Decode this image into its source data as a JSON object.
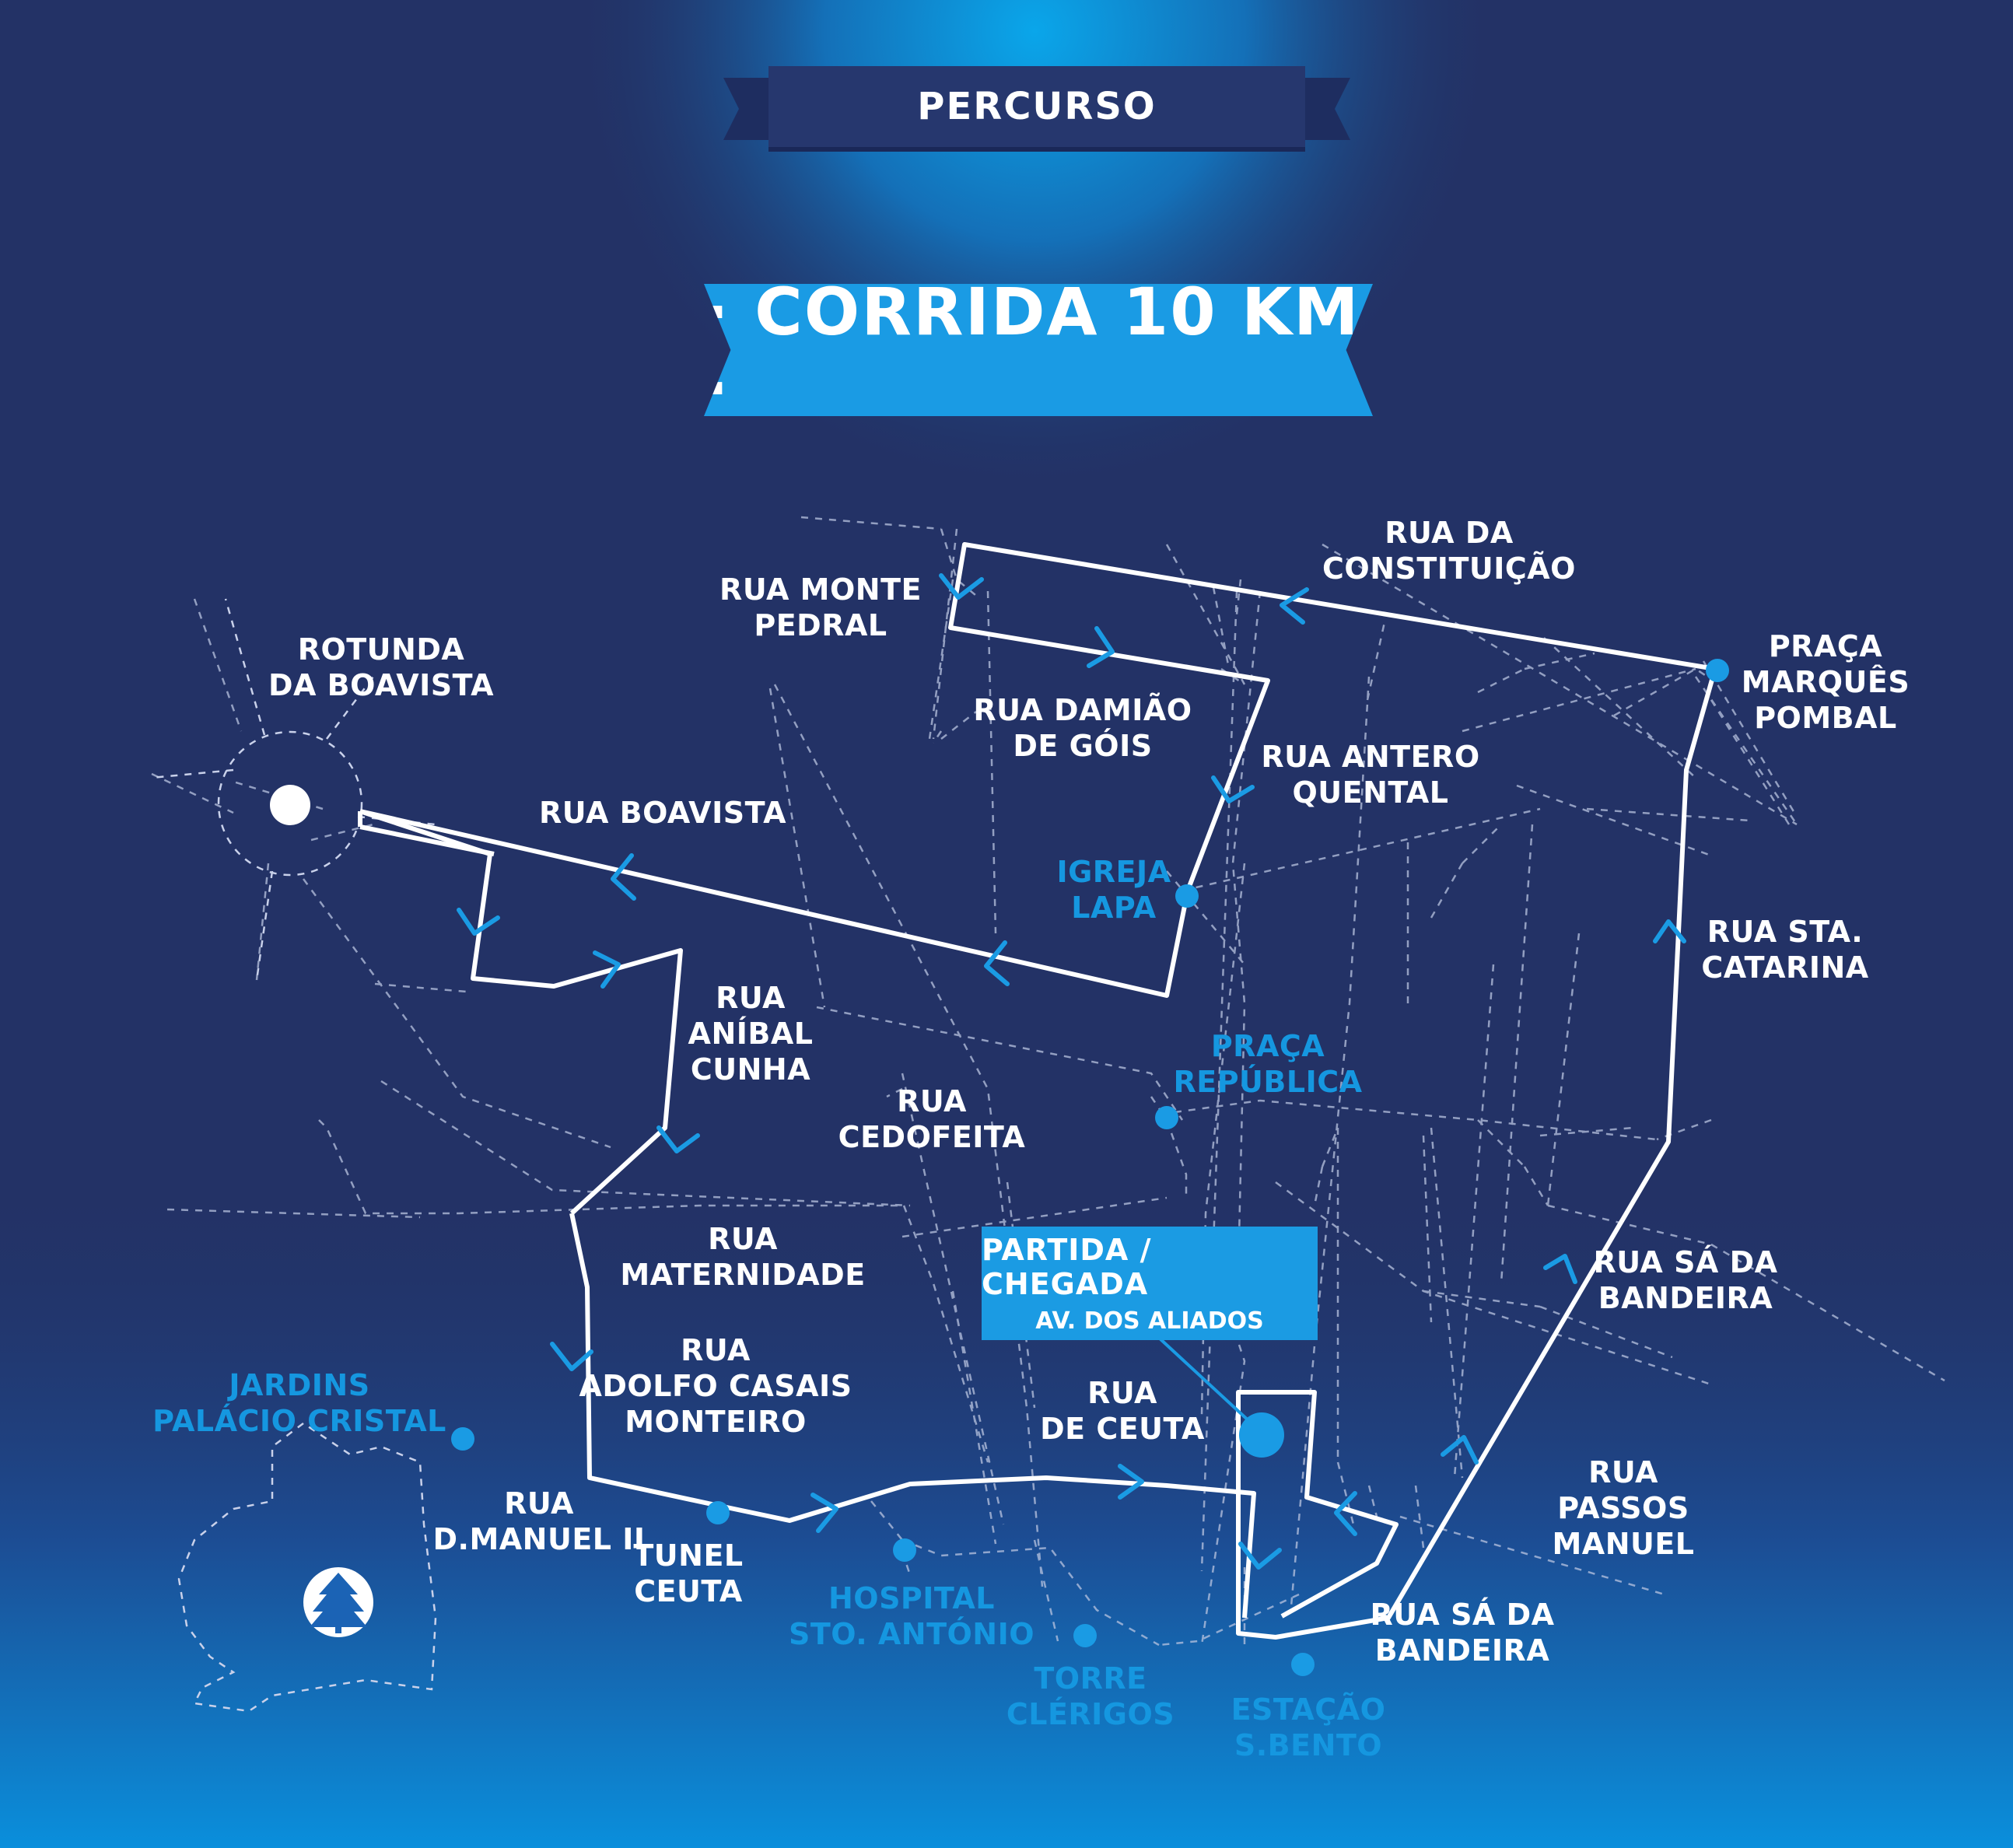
{
  "header": {
    "section_title": "PERCURSO",
    "race_title": "· CORRIDA 10 KM ·"
  },
  "start_finish": {
    "title": "PARTIDA / CHEGADA",
    "location": "AV. DOS ALIADOS"
  },
  "streets": {
    "rua_da_constituicao": "RUA DA\nCONSTITUIÇÃO",
    "rua_monte_pedral": "RUA MONTE\nPEDRAL",
    "rua_damiao_de_gois": "RUA DAMIÃO\nDE GÓIS",
    "rua_antero_quental": "RUA ANTERO\nQUENTAL",
    "praca_marques_pombal": "PRAÇA\nMARQUÊS\nPOMBAL",
    "rotunda_da_boavista": "ROTUNDA\nDA BOAVISTA",
    "rua_boavista": "RUA BOAVISTA",
    "rua_sta_catarina": "RUA STA.\nCATARINA",
    "rua_anibal_cunha": "RUA\nANÍBAL\nCUNHA",
    "rua_cedofeita": "RUA\nCEDOFEITA",
    "rua_maternidade": "RUA\nMATERNIDADE",
    "rua_sa_da_bandeira_upper": "RUA SÁ DA\nBANDEIRA",
    "rua_adolfo_casais_monteiro": "RUA\nADOLFO CASAIS\nMONTEIRO",
    "rua_de_ceuta": "RUA\nDE CEUTA",
    "rua_d_manuel_ii": "RUA\nD.MANUEL II",
    "tunel_ceuta": "TUNEL\nCEUTA",
    "rua_passos_manuel": "RUA\nPASSOS\nMANUEL",
    "rua_sa_da_bandeira_lower": "RUA SÁ DA\nBANDEIRA"
  },
  "points_of_interest": {
    "igreja_lapa": "IGREJA\nLAPA",
    "praca_republica": "PRAÇA\nREPÚBLICA",
    "jardins_palacio_cristal": "JARDINS\nPALÁCIO CRISTAL",
    "hospital_sto_antonio": "HOSPITAL\nSTO. ANTÓNIO",
    "torre_clerigos": "TORRE\nCLÉRIGOS",
    "estacao_s_bento": "ESTAÇÃO\nS.BENTO"
  },
  "icons": {
    "park": "tree-icon"
  },
  "colors": {
    "background": "#233266",
    "accent": "#1a9be4",
    "route": "#ffffff",
    "poi": "#1597e0"
  }
}
